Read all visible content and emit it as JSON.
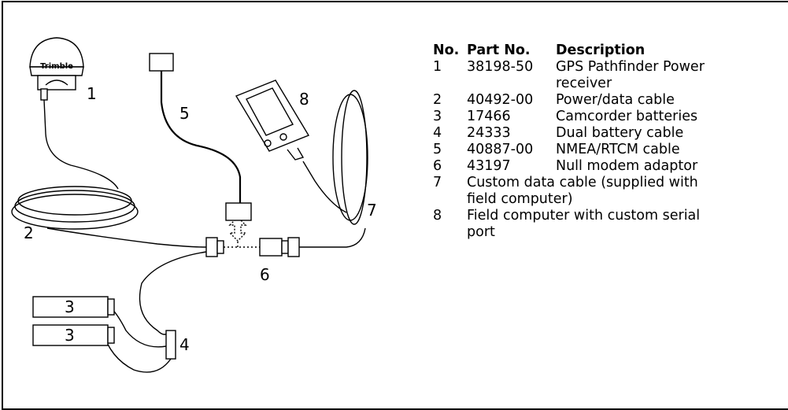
{
  "diagram": {
    "receiver_brand": "Trimble",
    "callouts": [
      "1",
      "2",
      "3",
      "3",
      "4",
      "5",
      "6",
      "7",
      "8"
    ]
  },
  "table": {
    "headers": {
      "no": "No.",
      "part_no": "Part No.",
      "description": "Description"
    },
    "rows": [
      {
        "no": "1",
        "part_no": "38198-50",
        "description": "GPS Pathfinder Power receiver"
      },
      {
        "no": "2",
        "part_no": "40492-00",
        "description": "Power/data cable"
      },
      {
        "no": "3",
        "part_no": "17466",
        "description": "Camcorder batteries"
      },
      {
        "no": "4",
        "part_no": "24333",
        "description": "Dual battery cable"
      },
      {
        "no": "5",
        "part_no": "40887-00",
        "description": "NMEA/RTCM cable"
      },
      {
        "no": "6",
        "part_no": "43197",
        "description": "Null modem adaptor"
      },
      {
        "no": "7",
        "part_no": "",
        "description": "Custom data cable (supplied with field computer)"
      },
      {
        "no": "8",
        "part_no": "",
        "description": "Field computer with custom serial port"
      }
    ]
  }
}
